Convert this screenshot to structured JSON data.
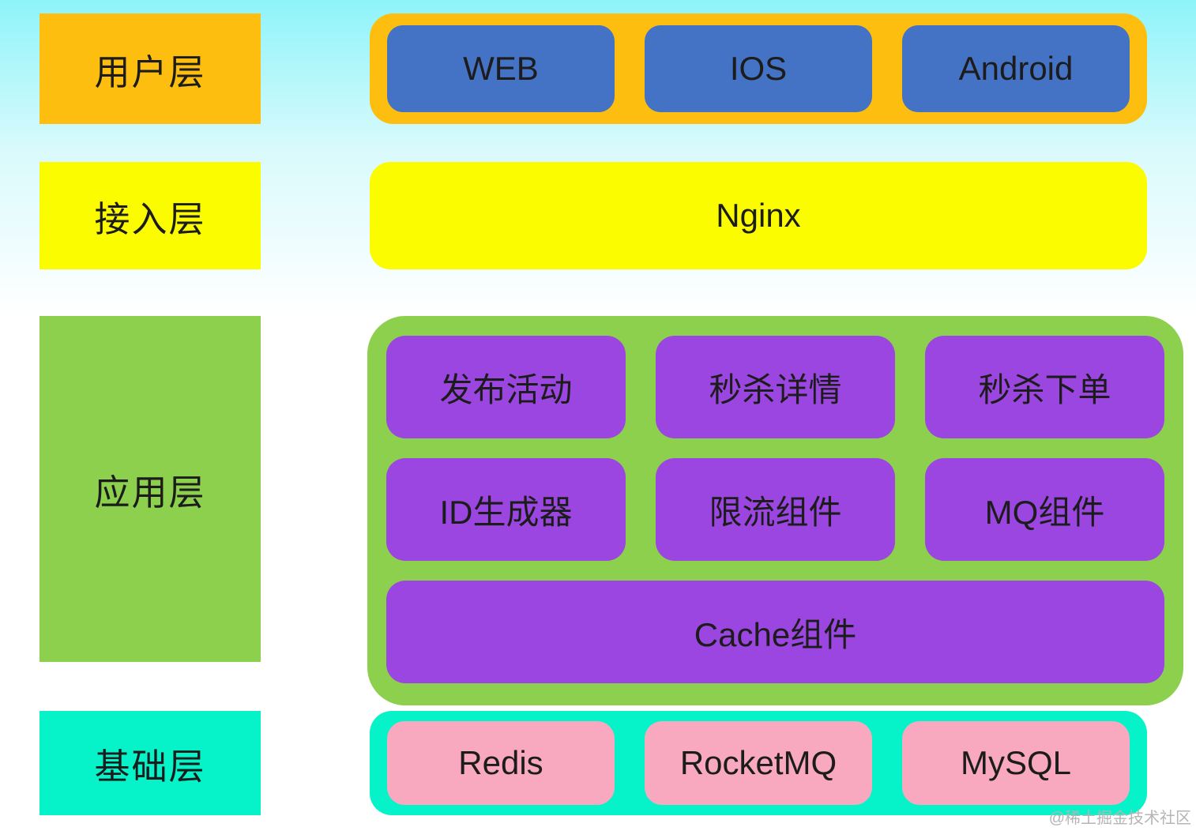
{
  "watermark": "@稀土掘金技术社区",
  "colors": {
    "background_top": "#8EF4F9",
    "user_layer": "#FEBE10",
    "client_box": "#4472C4",
    "access_layer": "#FCFC00",
    "app_layer": "#8DD04E",
    "app_component": "#9B46E0",
    "infra_layer": "#06F2C9",
    "infra_box": "#F8A9BF",
    "text": "#1C1C1C"
  },
  "layers": {
    "user": {
      "label": "用户层",
      "items": [
        "WEB",
        "IOS",
        "Android"
      ]
    },
    "access": {
      "label": "接入层",
      "items": [
        "Nginx"
      ]
    },
    "app": {
      "label": "应用层",
      "grid_items": [
        "发布活动",
        "秒杀详情",
        "秒杀下单",
        "ID生成器",
        "限流组件",
        "MQ组件"
      ],
      "wide_item": "Cache组件"
    },
    "infra": {
      "label": "基础层",
      "items": [
        "Redis",
        "RocketMQ",
        "MySQL"
      ]
    }
  }
}
